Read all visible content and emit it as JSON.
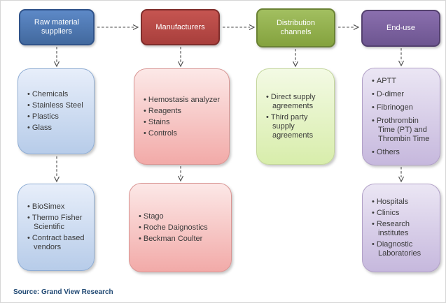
{
  "source_note": "Source: Grand View Research",
  "colors": {
    "arrow": "#474747",
    "source_text": "#1f4873",
    "bullet_text": "#3a3a3a",
    "columns": [
      {
        "header_top": "#5d89c7",
        "header_bottom": "#42699e",
        "header_border": "#30538a",
        "body_top": "#e7eefa",
        "body_bottom": "#b7cce9",
        "body_border": "#8fadd4"
      },
      {
        "header_top": "#c65551",
        "header_bottom": "#a83f3c",
        "header_border": "#7f2d2b",
        "body_top": "#fce8e7",
        "body_bottom": "#f2aaa8",
        "body_border": "#d99694"
      },
      {
        "header_top": "#a2bf60",
        "header_bottom": "#84a23e",
        "header_border": "#6a8234",
        "body_top": "#f3fae4",
        "body_bottom": "#d8edab",
        "body_border": "#c3d69b"
      },
      {
        "header_top": "#8a6fae",
        "header_bottom": "#6d5590",
        "header_border": "#54416f",
        "body_top": "#ebe6f4",
        "body_bottom": "#c6b8dd",
        "body_border": "#b1a0c7"
      }
    ]
  },
  "columns": [
    {
      "id": "raw-material-suppliers",
      "header": "Raw material suppliers",
      "boxes": [
        {
          "items": [
            "Chemicals",
            "Stainless Steel",
            "Plastics",
            "Glass"
          ]
        },
        {
          "items": [
            "BioSimex",
            "Thermo Fisher Scientific",
            "Contract based vendors"
          ]
        }
      ]
    },
    {
      "id": "manufacturers",
      "header": "Manufacturers",
      "boxes": [
        {
          "items": [
            "Hemostasis analyzer",
            "Reagents",
            "Stains",
            "Controls"
          ]
        },
        {
          "items": [
            "Stago",
            "Roche Daignostics",
            "Beckman Coulter"
          ]
        }
      ]
    },
    {
      "id": "distribution-channels",
      "header": "Distribution channels",
      "boxes": [
        {
          "items": [
            "Direct supply agreements",
            "Third party supply agreements"
          ]
        }
      ]
    },
    {
      "id": "end-use",
      "header": "End-use",
      "boxes": [
        {
          "items": [
            "APTT",
            "D-dimer",
            "Fibrinogen",
            "Prothrombin Time (PT) and Thrombin Time",
            "Others"
          ]
        },
        {
          "items": [
            "Hospitals",
            "Clinics",
            "Research institutes",
            "Diagnostic Laboratories"
          ]
        }
      ]
    }
  ]
}
